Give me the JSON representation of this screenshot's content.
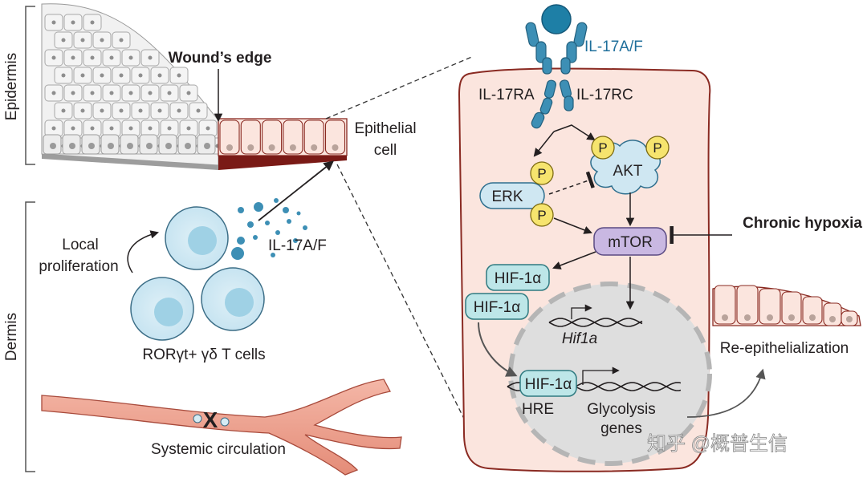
{
  "side_labels": {
    "top": "Epidermis",
    "bottom": "Dermis"
  },
  "tissue": {
    "wound_edge": "Wound’s edge",
    "epithelial_cell_line1": "Epithelial",
    "epithelial_cell_line2": "cell",
    "local_prolif_line1": "Local",
    "local_prolif_line2": "proliferation",
    "cytokine": "IL-17A/F",
    "tcells": "RORγt+ γδ T cells",
    "circulation": "Systemic circulation",
    "block_mark": "X"
  },
  "pathway": {
    "ligand": "IL-17A/F",
    "receptor_a": "IL-17RA",
    "receptor_c": "IL-17RC",
    "phospho": "P",
    "akt": "AKT",
    "erk": "ERK",
    "mtor": "mTOR",
    "hypoxia": "Chronic hypoxia",
    "hif": "HIF-1α",
    "hif_gene": "Hif1a",
    "hre": "HRE",
    "glyco_line1": "Glycolysis",
    "glyco_line2": "genes",
    "reepith": "Re-epithelialization"
  },
  "watermark": "知乎 @概普生信",
  "colors": {
    "cell_fill": "#fbe5de",
    "cell_border": "#8a2a22",
    "tcell": "#9fd1e5",
    "receptor": "#3d8fb5",
    "phospho": "#f6e46e",
    "mtor": "#c9b8e2",
    "hif": "#bde6e8",
    "nucleus": "#dddddd"
  }
}
